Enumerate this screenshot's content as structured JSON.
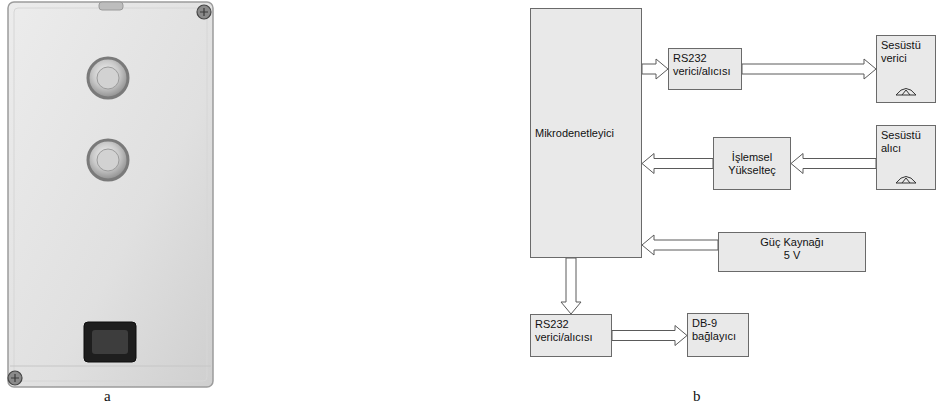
{
  "diagram": {
    "nodes": [
      {
        "text": [
          "Mikrodenetleyici"
        ]
      },
      {
        "text": [
          "RS232 verici/alıcısı"
        ]
      },
      {
        "text": [
          "Sesüstü verici"
        ]
      },
      {
        "text": [
          "İşlemsel Yükselteç"
        ]
      },
      {
        "text": [
          "Sesüstü alıcı"
        ]
      },
      {
        "text": [
          "Güç Kaynağı 5 V"
        ]
      },
      {
        "text": [
          "RS232 verici/alıcısı"
        ]
      },
      {
        "text": [
          "DB-9 bağlayıcı"
        ]
      }
    ],
    "edges": [
      {
        "from": 0,
        "to": 1,
        "arrow": "to"
      },
      {
        "from": 1,
        "to": 2,
        "arrow": "to"
      },
      {
        "from": 4,
        "to": 3,
        "arrow": "to"
      },
      {
        "from": 3,
        "to": 0,
        "arrow": "to"
      },
      {
        "from": 5,
        "to": 0,
        "arrow": "to"
      },
      {
        "from": 0,
        "to": 6,
        "arrow": "to"
      },
      {
        "from": 6,
        "to": 7,
        "arrow": "to"
      }
    ],
    "labels": [
      "a",
      "b"
    ]
  }
}
